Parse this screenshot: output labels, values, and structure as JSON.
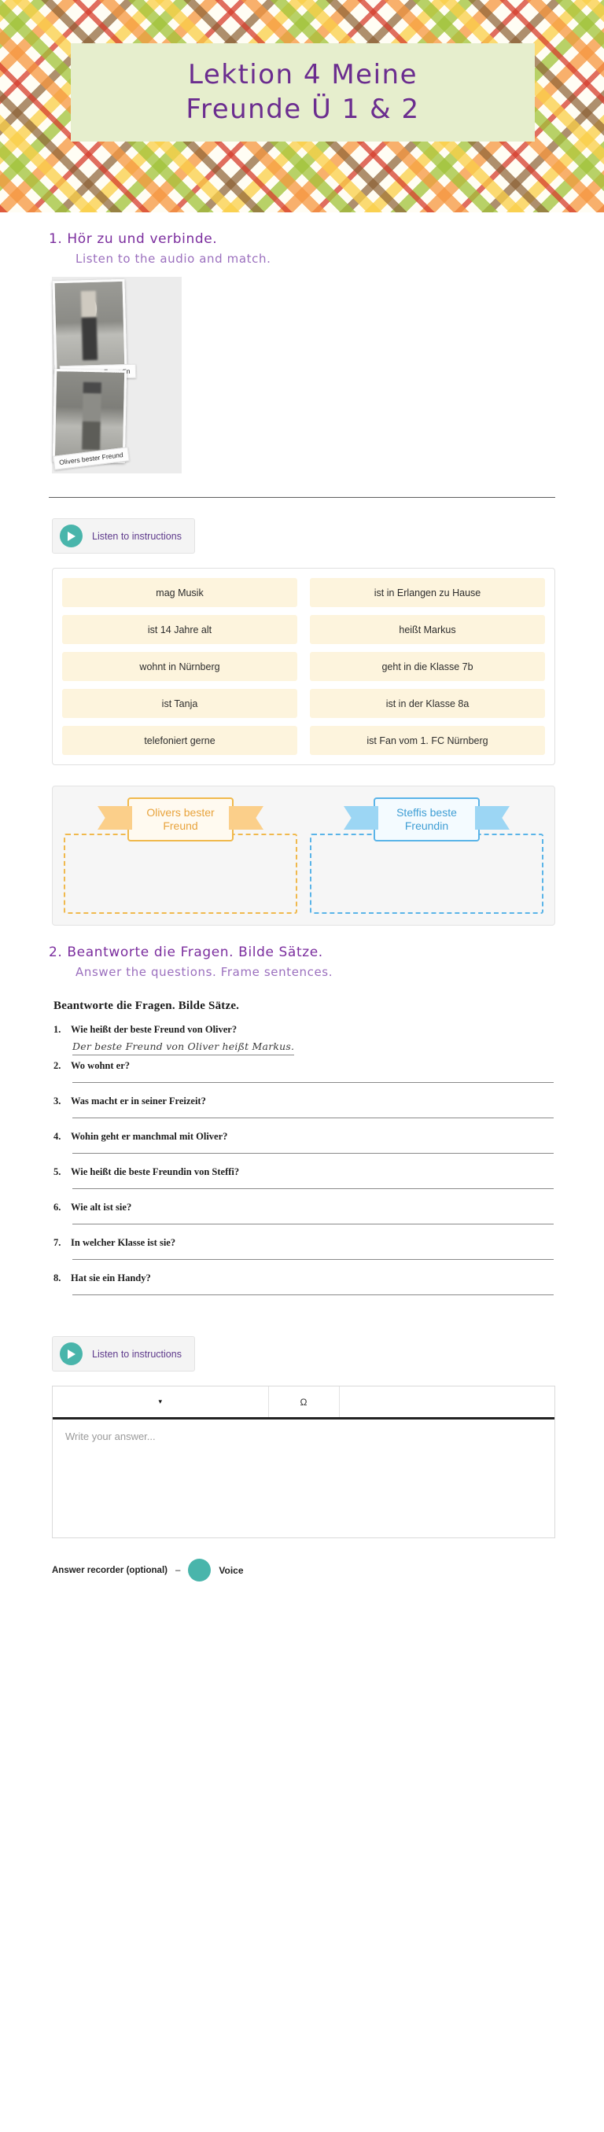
{
  "header": {
    "title_line1": "Lektion 4 Meine",
    "title_line2": "Freunde Ü 1 & 2",
    "title_color": "#6b2d8f",
    "plate_color": "#e6eecd"
  },
  "exercise1": {
    "heading_de": "1. Hör zu und verbinde.",
    "heading_en": "Listen to the audio and match.",
    "photos": [
      {
        "caption": "Steffis beste Freundin",
        "alt": "black and white photo of a girl standing outdoors"
      },
      {
        "caption": "Olivers bester Freund",
        "alt": "black and white photo of a boy standing outdoors"
      }
    ],
    "audio_button": {
      "label": "Listen to instructions",
      "icon": "play-icon",
      "accent": "#49b5ab"
    },
    "word_bank": [
      "mag Musik",
      "ist in Erlangen zu Hause",
      "ist 14 Jahre alt",
      "heißt Markus",
      "wohnt in Nürnberg",
      "geht in die Klasse 7b",
      "ist Tanja",
      "ist in der Klasse 8a",
      "telefoniert gerne",
      "ist Fan vom 1. FC Nürnberg"
    ],
    "drop_zones": [
      {
        "label": "Olivers bester Freund",
        "color": "#e8a33c",
        "border": "#f0b94d",
        "ribbon": "#fbcf8a"
      },
      {
        "label": "Steffis beste Freundin",
        "color": "#3f9ed4",
        "border": "#5ab4e8",
        "ribbon": "#9cd6f4"
      }
    ]
  },
  "exercise2": {
    "heading_de": "2. Beantworte die Fragen. Bilde Sätze.",
    "heading_en": "Answer the questions. Frame sentences.",
    "worksheet": {
      "title": "Beantworte die Fragen. Bilde Sätze.",
      "questions": [
        {
          "num": "1.",
          "text": "Wie heißt der beste Freund von Oliver?",
          "answer": "Der beste Freund von Oliver heißt Markus."
        },
        {
          "num": "2.",
          "text": "Wo wohnt er?",
          "answer": ""
        },
        {
          "num": "3.",
          "text": "Was macht er in seiner Freizeit?",
          "answer": ""
        },
        {
          "num": "4.",
          "text": "Wohin geht er manchmal mit Oliver?",
          "answer": ""
        },
        {
          "num": "5.",
          "text": "Wie heißt die beste Freundin von Steffi?",
          "answer": ""
        },
        {
          "num": "6.",
          "text": "Wie alt ist sie?",
          "answer": ""
        },
        {
          "num": "7.",
          "text": "In welcher Klasse ist sie?",
          "answer": ""
        },
        {
          "num": "8.",
          "text": "Hat sie ein Handy?",
          "answer": ""
        }
      ]
    },
    "audio_button": {
      "label": "Listen to instructions",
      "icon": "play-icon",
      "accent": "#49b5ab"
    },
    "editor": {
      "toolbar": [
        {
          "name": "font-dropdown",
          "glyph": "▾"
        },
        {
          "name": "special-character",
          "glyph": "Ω"
        },
        {
          "name": "extra-tools",
          "glyph": ""
        }
      ],
      "answer_placeholder": "Write your answer..."
    },
    "recorder": {
      "label": "Answer recorder (optional)",
      "dash": "–",
      "voice_label": "Voice",
      "accent": "#49b5ab"
    }
  }
}
